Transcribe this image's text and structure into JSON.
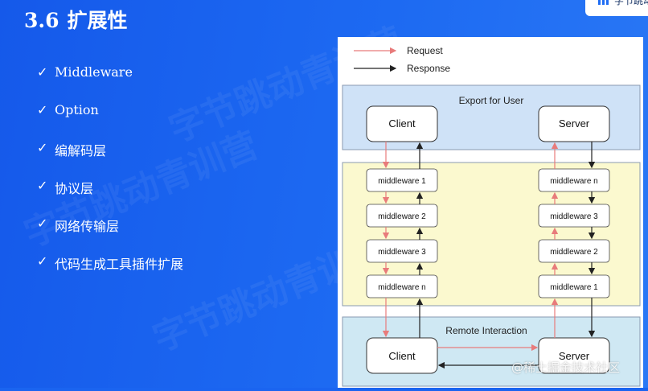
{
  "slide": {
    "section_number": "3.6",
    "title": "扩展性",
    "logo_text": "字节跳动",
    "watermark_text": "字节跳动青训营",
    "footer_watermark": "@稀土掘金技术社区"
  },
  "bullets": [
    {
      "check": "✓",
      "label": "Middleware"
    },
    {
      "check": "✓",
      "label": "Option"
    },
    {
      "check": "✓",
      "label": "编解码层"
    },
    {
      "check": "✓",
      "label": "协议层"
    },
    {
      "check": "✓",
      "label": "网络传输层"
    },
    {
      "check": "✓",
      "label": "代码生成工具插件扩展"
    }
  ],
  "diagram": {
    "legend": {
      "request": "Request",
      "response": "Response"
    },
    "colors": {
      "request_arrow": "#e87b7b",
      "response_arrow": "#222222",
      "top_zone": "#cfe2f7",
      "middle_zone": "#fbf9cf",
      "bottom_zone": "#cfe8f3",
      "accent_blue": "#1f6df4"
    },
    "top_zone_label": "Export for User",
    "bottom_zone_label": "Remote Interaction",
    "client_label": "Client",
    "server_label": "Server",
    "client_middlewares": [
      "middleware 1",
      "middleware 2",
      "middleware 3",
      "middleware n"
    ],
    "server_middlewares": [
      "middleware n",
      "middleware 3",
      "middleware 2",
      "middleware 1"
    ]
  }
}
